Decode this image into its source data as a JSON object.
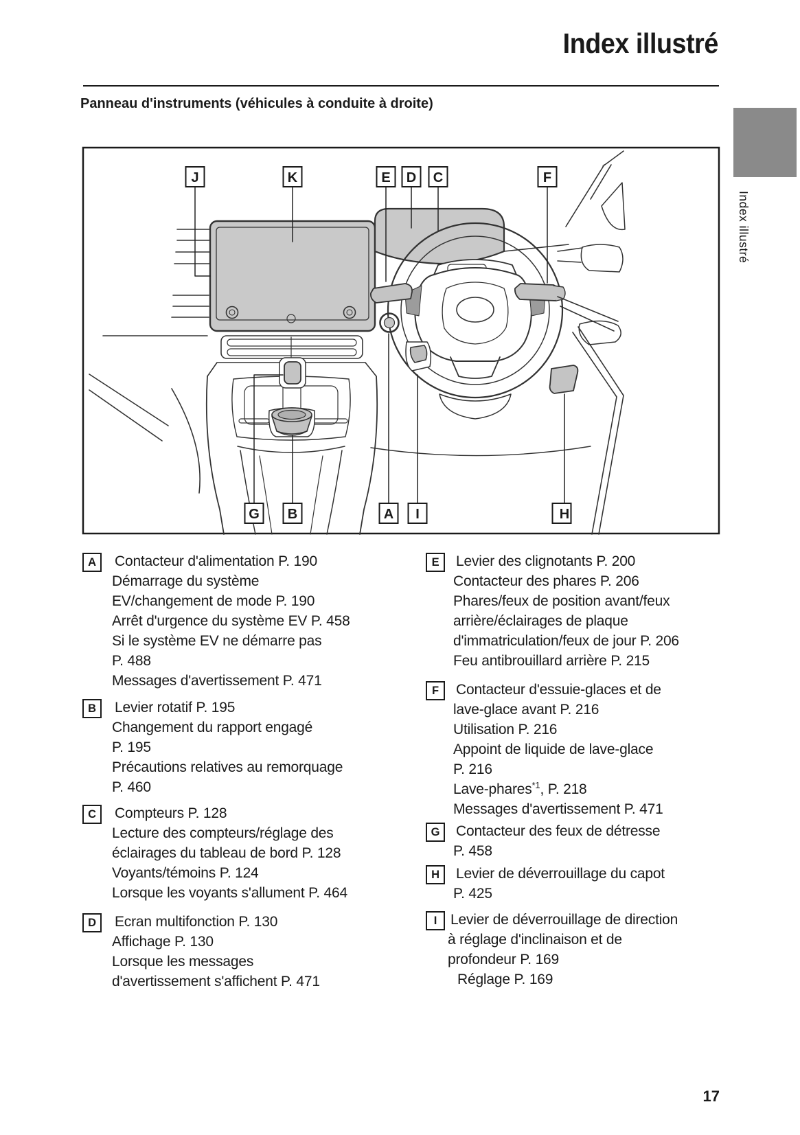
{
  "page": {
    "title": "Index illustré",
    "section_heading": "Panneau d'instruments (véhicules à conduite à droite)",
    "side_tab_label": "Index illustré",
    "page_number": "17"
  },
  "colors": {
    "tab_gray": "#8a8a8a",
    "diagram_fill_gray": "#c9c9c9",
    "line_color": "#333333",
    "text_color": "#1a1a1a"
  },
  "diagram": {
    "callouts_top": [
      "J",
      "K",
      "E",
      "D",
      "C",
      "F"
    ],
    "callouts_bottom": [
      "G",
      "B",
      "A",
      "I",
      "H"
    ]
  },
  "index_sections": {
    "A": {
      "letter": "A",
      "lines": [
        "Contacteur d'alimentation P. 190",
        "Démarrage du système",
        "EV/changement de mode P. 190",
        "Arrêt d'urgence du système EV P. 458",
        "Si le système EV ne démarre pas",
        "P. 488",
        "Messages d'avertissement P. 471"
      ]
    },
    "B": {
      "letter": "B",
      "lines": [
        "Levier rotatif P. 195",
        "Changement du rapport engagé",
        "P. 195",
        "Précautions relatives au remorquage",
        "P. 460"
      ]
    },
    "C": {
      "letter": "C",
      "lines": [
        "Compteurs P. 128",
        "Lecture des compteurs/réglage des",
        "éclairages du tableau de bord P. 128",
        "Voyants/témoins P. 124",
        "Lorsque les voyants s'allument P. 464"
      ]
    },
    "D": {
      "letter": "D",
      "lines": [
        "Ecran multifonction P. 130",
        "Affichage P. 130",
        "Lorsque les messages",
        "d'avertissement s'affichent P. 471"
      ]
    },
    "E": {
      "letter": "E",
      "lines": [
        "Levier des clignotants P. 200",
        "Contacteur des phares P. 206",
        "Phares/feux de position avant/feux",
        "arrière/éclairages de plaque",
        "d'immatriculation/feux de jour P. 206",
        "Feu antibrouillard arrière P. 215"
      ]
    },
    "F": {
      "letter": "F",
      "lines": [
        "Contacteur d'essuie-glaces et de",
        "lave-glace avant P. 216",
        "Utilisation P. 216",
        "Appoint de liquide de lave-glace",
        "P. 216",
        {
          "pre": "Lave-phares",
          "sup": "*1",
          "post": ", P. 218"
        },
        "Messages d'avertissement P. 471"
      ]
    },
    "G": {
      "letter": "G",
      "lines": [
        "Contacteur des feux de détresse",
        "P. 458"
      ]
    },
    "H": {
      "letter": "H",
      "lines": [
        "Levier de déverrouillage du capot",
        "P. 425"
      ]
    },
    "I": {
      "letter": "I",
      "lines": [
        "Levier de déverrouillage de direction",
        "à réglage d'inclinaison et de",
        "profondeur P. 169",
        "Réglage P. 169"
      ]
    }
  }
}
